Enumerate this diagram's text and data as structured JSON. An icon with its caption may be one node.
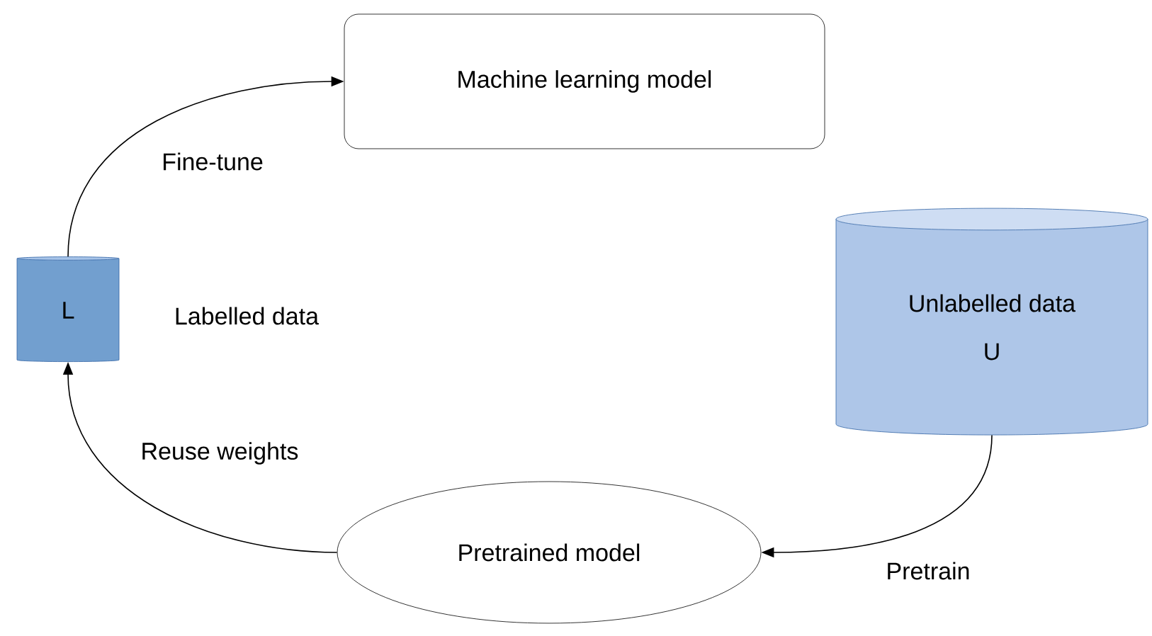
{
  "diagram": {
    "nodes": [
      {
        "text": [
          "Machine learning model"
        ]
      },
      {
        "text": [
          "L"
        ],
        "beside": [
          "Labelled data"
        ]
      },
      {
        "text": [
          "Unlabelled data",
          "U"
        ]
      },
      {
        "text": [
          "Pretrained model"
        ]
      }
    ],
    "edges": [
      {
        "from": 1,
        "to": 0,
        "arrow": "to",
        "label": "Fine-tune"
      },
      {
        "from": 3,
        "to": 1,
        "arrow": "to",
        "label": "Reuse weights"
      },
      {
        "from": 2,
        "to": 3,
        "arrow": "to",
        "label": "Pretrain"
      }
    ]
  }
}
